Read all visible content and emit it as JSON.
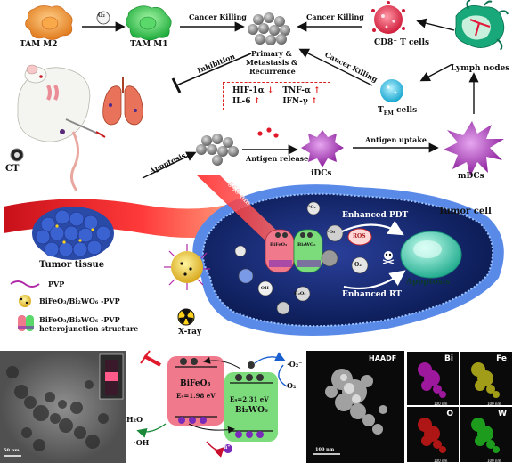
{
  "top": {
    "tam_m2": "TAM M2",
    "tam_m1": "TAM M1",
    "o2_small": "O₂",
    "cancer_killing_1": "Cancer Killing",
    "cancer_killing_2": "Cancer Killing",
    "cancer_killing_3": "Cancer Killing",
    "cd8": "CD8⁺ T cells",
    "lymph": "Lymph nodes",
    "primary": "Primary &",
    "metastasis": "Metastasis &",
    "recurrence": "Recurrence",
    "inhibition": "Inhibition",
    "tem": "T",
    "tem_sub": "EM",
    "tem_cells": " cells",
    "cytokines": [
      {
        "name": "HIF-1α",
        "arrow": "↓"
      },
      {
        "name": "TNF-α",
        "arrow": "↑"
      },
      {
        "name": "IL-6",
        "arrow": "↑"
      },
      {
        "name": "IFN-γ",
        "arrow": "↑"
      }
    ],
    "ct": "CT",
    "apoptosis_arrow": "Apoptosis",
    "antigen_release": "Antigen release",
    "idcs": "iDCs",
    "antigen_uptake": "Antigen uptake",
    "mdcs": "mDCs"
  },
  "middle": {
    "tumor_tissue": "Tumor tissue",
    "laser": "660 nm",
    "tumor_cell": "Tumor cell",
    "enhanced_pdt": "Enhanced PDT",
    "enhanced_rt": "Enhanced RT",
    "apoptosis": "Apoptosis",
    "ros": "ROS",
    "o2_1": "¹O₂",
    "o2_a": "O₂",
    "o2_b": "·O₂⁻",
    "h2o2": "H₂O₂",
    "oh": "·OH",
    "bifeo3_small": "BiFeO₃",
    "bi2wo6_small": "Bi₂WO₆",
    "legend_pvp": "PVP",
    "legend_np": "BiFeO₃/Bi₂WO₆ -PVP",
    "legend_hetero_1": "BiFeO₃/Bi₂WO₆ -PVP",
    "legend_hetero_2": "heterojunction structure",
    "xray": "X-ray"
  },
  "bottom": {
    "tem_scale": "50 nm",
    "bifeo3": "BiFeO₃",
    "eg1": "E₉=1.98 eV",
    "eg2": "E₉=2.31 eV",
    "bi2wo6": "Bi₂WO₆",
    "o2_minus": "·O₂⁻",
    "o2": "O₂",
    "h2o": "H₂O",
    "oh": "·OH",
    "hplus": "h⁺",
    "haadf": "HAADF",
    "haadf_scale": "100 nm",
    "map_bi": "Bi",
    "map_fe": "Fe",
    "map_o": "O",
    "map_w": "W",
    "map_scale": "100 nm"
  },
  "colors": {
    "map_bi": "#c21cc2",
    "map_fe": "#c8c21c",
    "map_o": "#d81818",
    "map_w": "#22c022",
    "bifeo3": "#f07a8c",
    "bi2wo6": "#7cdc7c",
    "membrane": "#3a6fd6"
  }
}
